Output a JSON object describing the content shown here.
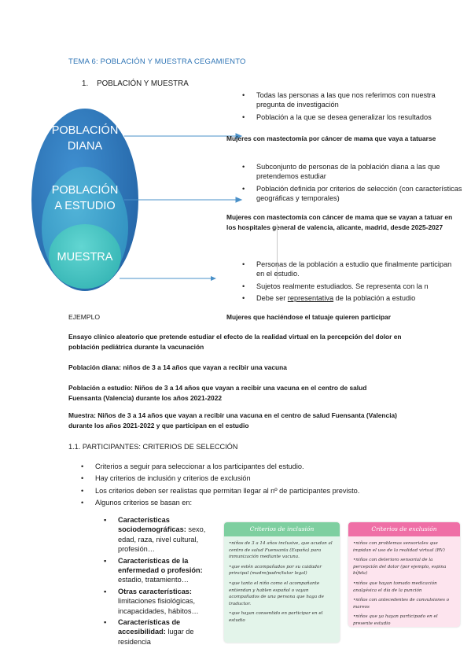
{
  "title": "TEMA 6: POBLACIÓN Y MUESTRA CEGAMIENTO",
  "section1": {
    "number": "1.",
    "label": "POBLACIÓN Y MUESTRA"
  },
  "diagram": {
    "ovals": [
      "POBLACIÓN DIANA",
      "POBLACIÓN A ESTUDIO",
      "MUESTRA"
    ],
    "oval_lines": [
      [
        "POBLACIÓN",
        "DIANA"
      ],
      [
        "POBLACIÓN",
        "A ESTUDIO"
      ],
      [
        "MUESTRA"
      ]
    ],
    "colors": {
      "outer": "#2e75b6",
      "middle": "#3fa3c8",
      "inner": "#4cc7c4"
    }
  },
  "diana": {
    "bullets": [
      "Todas las personas a las que nos referimos con nuestra pregunta de investigación",
      "Población a la que se desea generalizar los resultados"
    ],
    "example": "Mujeres con mastectomía por cáncer de mama que vaya a tatuarse"
  },
  "estudio": {
    "bullets": [
      "Subconjunto de personas de la población diana a las que pretendemos estudiar",
      "Población definida por criterios de selección (con características geográficas y temporales)"
    ],
    "example": "Mujeres con mastectomía con cáncer de mama que se vayan a tatuar en los hospitales general de valencia, alicante, madrid, desde 2025-2027"
  },
  "muestra": {
    "bullets": [
      "Personas de la población a estudio que finalmente participan en el estudio.",
      "Sujetos realmente estudiados. Se representa con la n"
    ],
    "bullet3_prefix": "Debe ser ",
    "bullet3_underline": "representativa",
    "bullet3_suffix": " de la población a estudio",
    "example": "Mujeres que haciéndose el tatuaje quieren participar"
  },
  "ejemplo": {
    "label": "EJEMPLO",
    "intro": "Ensayo clínico aleatorio que pretende estudiar el efecto de la realidad virtual en la percepción del dolor en población pediátrica durante la vacunación",
    "diana": "Población diana: niños de  3 a 14 años que vayan a recibir una vacuna",
    "estudio": "Población a estudio: Niños de 3 a 14 años que vayan a recibir una vacuna en el centro de salud Fuensanta (Valencia) durante los años 2021-2022",
    "muestra": "Muestra: Niños de  3 a 14 años que vayan a recibir una vacuna en el centro de salud Fuensanta (Valencia) durante los años 2021-2022 y que participan en el estudio"
  },
  "section2": {
    "label": "1.1. PARTICIPANTES: CRITERIOS DE SELECCIÓN",
    "bullets": [
      "Criterios a seguir para seleccionar a los participantes del estudio.",
      "Hay criterios de inclusión y criterios de exclusión",
      "Los criterios deben ser realistas que permitan llegar al nº de participantes previsto.",
      "Algunos criterios se basan en:"
    ],
    "sub": [
      {
        "bold": "Características sociodemográficas:",
        "rest": " sexo, edad, raza, nivel cultural, profesión…"
      },
      {
        "bold": "Características de la enfermedad o profesión:",
        "rest": " estadio, tratamiento…"
      },
      {
        "bold": "Otras características:",
        "rest": " limitaciones fisiológicas, incapacidades, hábitos…"
      },
      {
        "bold": "Características de accesibilidad:",
        "rest": " lugar de residencia"
      }
    ]
  },
  "inclusion": {
    "title": "Criterios de inclusión",
    "color": "#7ecfa0",
    "items": [
      "•niños de 3 a 14 años inclusive, que acudan al centro de salud Fuensanta (España) para inmunización mediante vacuna.",
      "•que estén acompañados por su cuidador principal (madre/padre/tutor legal)",
      "•que tanto el niño como el acompañante entiendan y hablen español o vayan acompañados de una persona que haga de traductor.",
      "•que hayan consentido en participar en el estudio"
    ]
  },
  "exclusion": {
    "title": "Criterios de exclusión",
    "color": "#ef6fa6",
    "items": [
      "•niños con problemas sensoriales que impidan el uso de la realidad virtual (RV)",
      "•niños con deterioro sensorial de la percepción del dolor (por ejemplo, espina bífida)",
      "•niños que hayan tomado medicación analgésica el día de la punción",
      "•niños con antecedentes de convulsiones o mareos",
      "•niños que ya hayan participado en el presente estudio"
    ]
  }
}
